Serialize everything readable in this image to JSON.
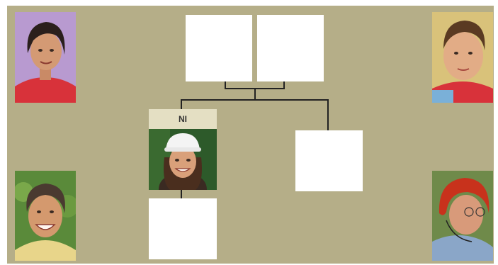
{
  "tree": {
    "selected_member_label": "NI"
  },
  "colors": {
    "board_background": "#b5ae88",
    "empty_slot": "#ffffff",
    "connector": "#222222",
    "label_background": "#e4dfc3"
  },
  "photos": {
    "top_left": "woman-portrait",
    "bottom_left": "man-portrait",
    "top_right": "child-portrait",
    "bottom_right": "red-haired-woman-portrait",
    "center": "girl-with-white-cap-portrait"
  }
}
